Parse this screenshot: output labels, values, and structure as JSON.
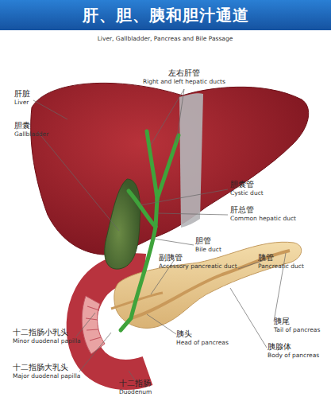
{
  "diagram": {
    "title": "肝、胆、胰和胆汁通道",
    "labels": [
      "Liver, Gallbladder, Pancreas and Bile Passage",
      "肝脏",
      "Liver",
      "胆囊",
      "Gallbladder",
      "左右肝管",
      "Right and left hepatic ducts",
      "胆囊管",
      "Cystic duct",
      "肝总管",
      "Common hepatic duct",
      "胆管",
      "Bile duct",
      "副胰管",
      "Accessory pancreatic duct",
      "胰管",
      "Pancreatic duct",
      "胰尾",
      "Tail of pancreas",
      "十二指肠小乳头",
      "Minor duodenal papilla",
      "胰头",
      "Head of pancreas",
      "胰腺体",
      "Body of pancreas",
      "十二指肠大乳头",
      "Major duodenal papilla",
      "十二指肠",
      "Duodenum"
    ]
  }
}
